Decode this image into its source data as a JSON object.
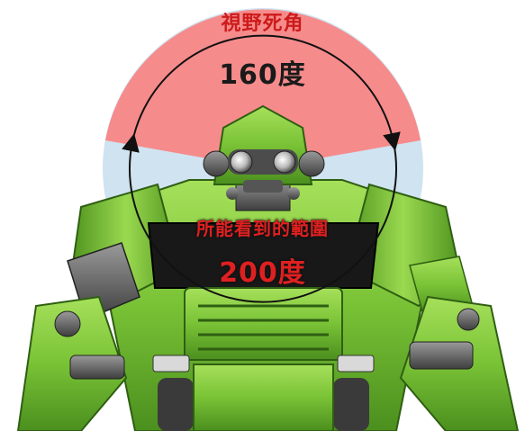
{
  "blind_spot": {
    "title": "視野死角",
    "angle": "160度",
    "color": "#f68b8b"
  },
  "field_of_view": {
    "title": "所能看到的範圍",
    "angle": "200度",
    "color": "#cfe3f1"
  },
  "colors": {
    "robot_green": "#7cc63a",
    "robot_dark_green": "#3f7a1a",
    "robot_grey": "#6d6d6d",
    "text_red": "#e02020"
  },
  "icons": {
    "figure": "robot-truck-figure",
    "arc": "double-headed-arc-arrow"
  }
}
